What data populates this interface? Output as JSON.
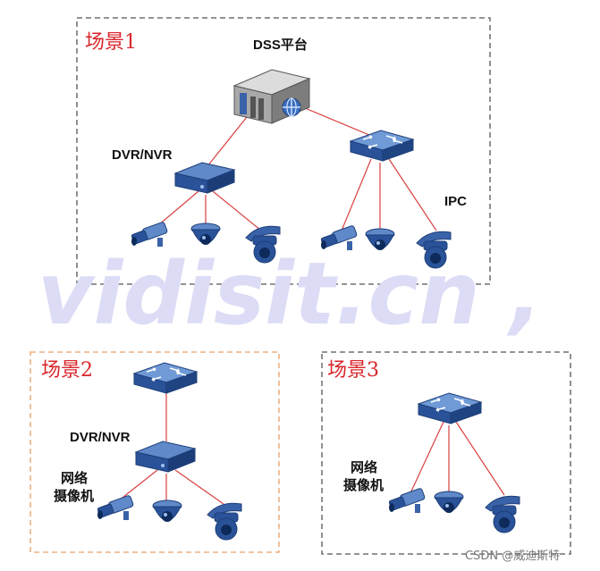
{
  "scenes": [
    {
      "title": "场景1",
      "border_color": "#555555"
    },
    {
      "title": "场景2",
      "border_color": "#e8a06a"
    },
    {
      "title": "场景3",
      "border_color": "#555555"
    }
  ],
  "labels": {
    "platform": "DSS平台",
    "recorder_1": "DVR/NVR",
    "ipc": "IPC",
    "recorder_2": "DVR/NVR",
    "netcam_2_line1": "网络",
    "netcam_2_line2": "摄像机",
    "netcam_3_line1": "网络",
    "netcam_3_line2": "摄像机"
  },
  "watermark": ", vidisit.cn ,",
  "credit": "CSDN @威迪斯特",
  "colors": {
    "link_line": "#d94040",
    "device_blue": "#2f5fa8",
    "scene_title": "#d9262b"
  },
  "icons": [
    "server-icon",
    "switch-icon",
    "recorder-icon",
    "bullet-camera-icon",
    "dome-camera-icon",
    "ptz-camera-icon"
  ]
}
